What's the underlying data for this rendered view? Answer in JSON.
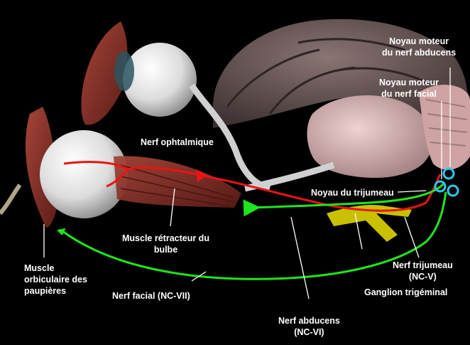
{
  "labels": {
    "nerf_ophtalmique": "Nerf ophtalmique",
    "noyau_moteur_abducens_1": "Noyau moteur",
    "noyau_moteur_abducens_2": "du nerf abducens",
    "noyau_moteur_facial_1": "Noyau moteur",
    "noyau_moteur_facial_2": "du nerf facial",
    "noyau_trijumeau": "Noyau du trijumeau",
    "muscle_retracteur_1": "Muscle rétracteur du",
    "muscle_retracteur_2": "bulbe",
    "muscle_orbiculaire_1": "Muscle",
    "muscle_orbiculaire_2": "orbiculaire des",
    "muscle_orbiculaire_3": "paupières",
    "nerf_facial": "Nerf facial (NC-VII)",
    "nerf_trijumeau_1": "Nerf trijumeau",
    "nerf_trijumeau_2": "(NC-V)",
    "ganglion_trigeminal": "Ganglion trigéminal",
    "nerf_abducens_1": "Nerf abducens",
    "nerf_abducens_2": "(NC-VI)"
  },
  "colors": {
    "background": "#000000",
    "sensory_nerf": "#e81414",
    "motor_nerf": "#1ee61e",
    "ganglion": "#c8c000",
    "nuclei": "#2ec9f0",
    "muscle": "#7a2a22",
    "brain": "#6e5a5a",
    "brainstem": "#d4a9a9",
    "eye": "#e8e8e8"
  }
}
